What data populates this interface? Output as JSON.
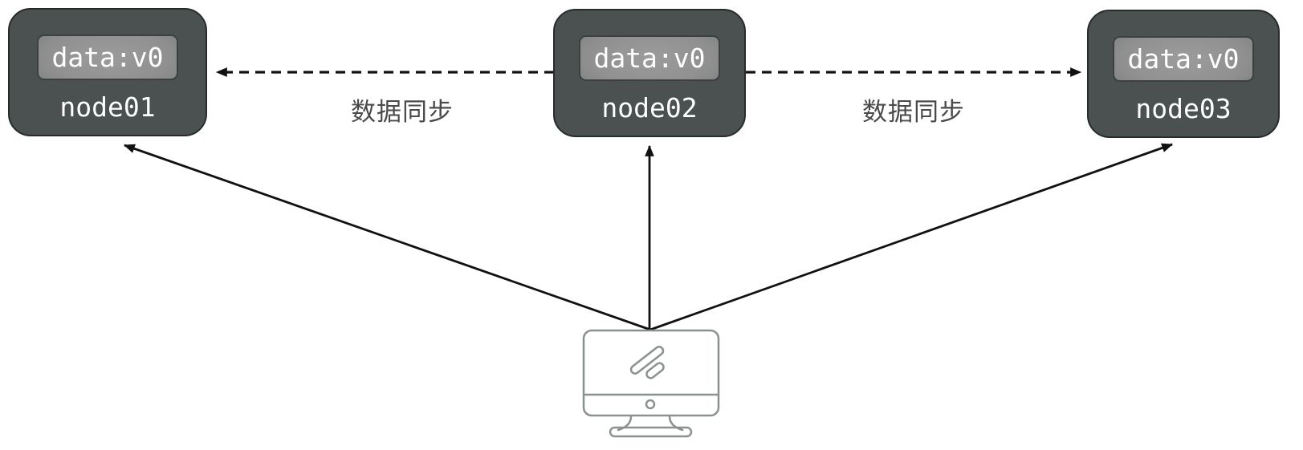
{
  "diagram": {
    "nodes": [
      {
        "id": "node01",
        "label": "node01",
        "badge": "data:v0"
      },
      {
        "id": "node02",
        "label": "node02",
        "badge": "data:v0"
      },
      {
        "id": "node03",
        "label": "node03",
        "badge": "data:v0"
      }
    ],
    "sync_links": [
      {
        "from": "node02",
        "to": "node01",
        "label": "数据同步",
        "style": "dashed-arrow"
      },
      {
        "from": "node02",
        "to": "node03",
        "label": "数据同步",
        "style": "dashed-arrow"
      }
    ],
    "client_links": [
      {
        "from": "monitor",
        "to": "node01",
        "style": "solid-arrow"
      },
      {
        "from": "monitor",
        "to": "node02",
        "style": "solid-arrow"
      },
      {
        "from": "monitor",
        "to": "node03",
        "style": "solid-arrow"
      }
    ],
    "icons": {
      "client": "monitor-icon"
    },
    "colors": {
      "background": "#ffffff",
      "node_fill": "#4a5150",
      "node_border": "#272b2b",
      "node_text": "#ffffff",
      "badge_center": "#9c9c9c",
      "badge_edge": "#585d5c",
      "arrow": "#111111",
      "sync_label_text": "#4a4a4a",
      "monitor_stroke": "#8a9190"
    }
  }
}
